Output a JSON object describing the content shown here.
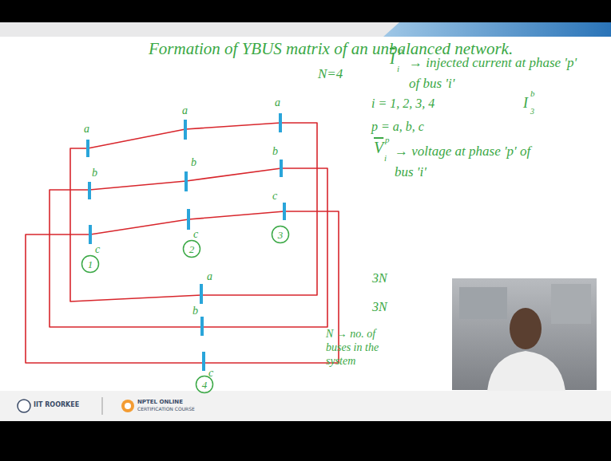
{
  "diagram": {
    "title": "Formation of YBUS matrix of an unbalanced network.",
    "nodes": [
      {
        "text": [
          "1"
        ]
      },
      {
        "text": [
          "2"
        ]
      },
      {
        "text": [
          "3"
        ]
      },
      {
        "text": [
          "4"
        ]
      }
    ],
    "labels": [
      "N=4",
      "I",
      "i",
      "p",
      "→ injected current at phase 'p' of bus 'i'",
      "i = 1, 2, 3, 4",
      "I",
      "3",
      "b",
      "p = a, b, c",
      "V",
      "i",
      "p",
      "→ voltage at phase 'p' of bus 'i'",
      "a",
      "b",
      "c",
      "a",
      "b",
      "c",
      "a",
      "b",
      "c",
      "a",
      "b",
      "c",
      "3N",
      "3N",
      "N → no. of buses in the system",
      "IIT ROORKEE",
      "NPTEL ONLINE",
      "CERTIFICATION COURSE"
    ]
  }
}
